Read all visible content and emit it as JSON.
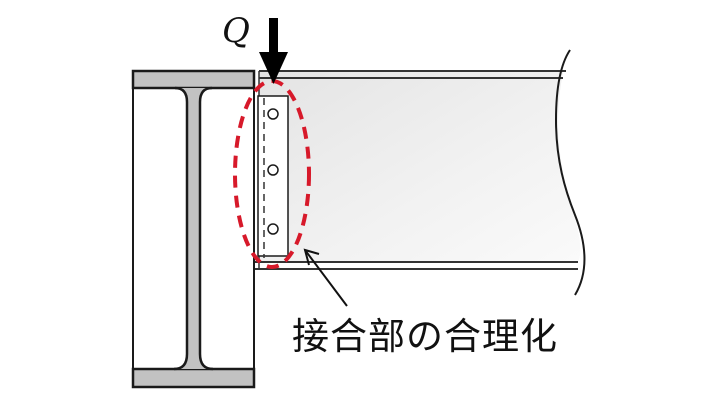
{
  "diagram": {
    "load_label": "Q",
    "caption": "接合部の合理化",
    "colors": {
      "steel_fill": "#c2c2c2",
      "outline": "#1a1a1a",
      "beam_fill": "#ededed",
      "highlight": "#d7192a"
    },
    "bolts": 3
  }
}
